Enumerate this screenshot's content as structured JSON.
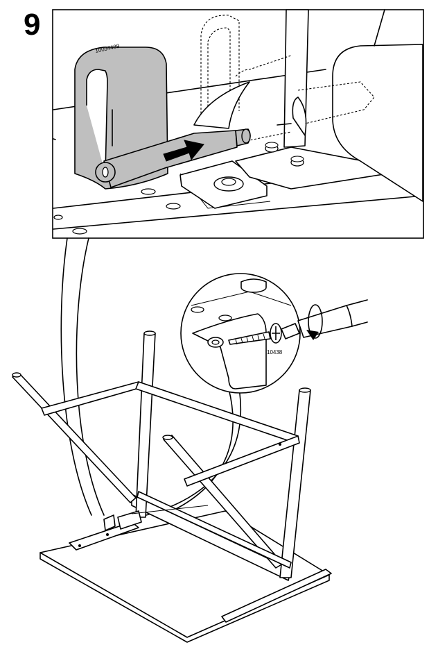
{
  "step": {
    "number": "9"
  },
  "parts": {
    "bracket_id": "10094489",
    "screw_id": "10438"
  },
  "colors": {
    "ink": "#000000",
    "part_fill": "#bfbfbf",
    "background": "#ffffff"
  },
  "icons": {
    "push_direction": "arrow-right-icon",
    "rotation": "clockwise-rotation-icon",
    "tool": "screwdriver-icon"
  }
}
